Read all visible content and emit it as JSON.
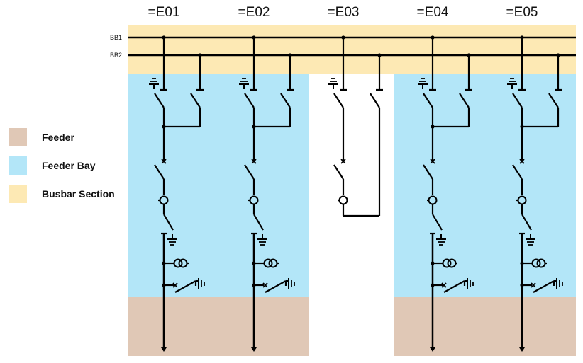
{
  "legend": [
    {
      "label": "Feeder",
      "color": "#e0c8b6"
    },
    {
      "label": "Feeder Bay",
      "color": "#b3e6f8"
    },
    {
      "label": "Busbar Section",
      "color": "#fde9b4"
    }
  ],
  "busbars": [
    {
      "label": "BB1"
    },
    {
      "label": "BB2"
    }
  ],
  "bays": [
    {
      "title": "=E01",
      "type": "feeder"
    },
    {
      "title": "=E02",
      "type": "feeder"
    },
    {
      "title": "=E03",
      "type": "coupler"
    },
    {
      "title": "=E04",
      "type": "feeder"
    },
    {
      "title": "=E05",
      "type": "feeder"
    }
  ],
  "colors": {
    "line": "#000000",
    "busbar_section": "#fde9b4",
    "feeder_bay": "#b3e6f8",
    "feeder": "#e0c8b6"
  }
}
